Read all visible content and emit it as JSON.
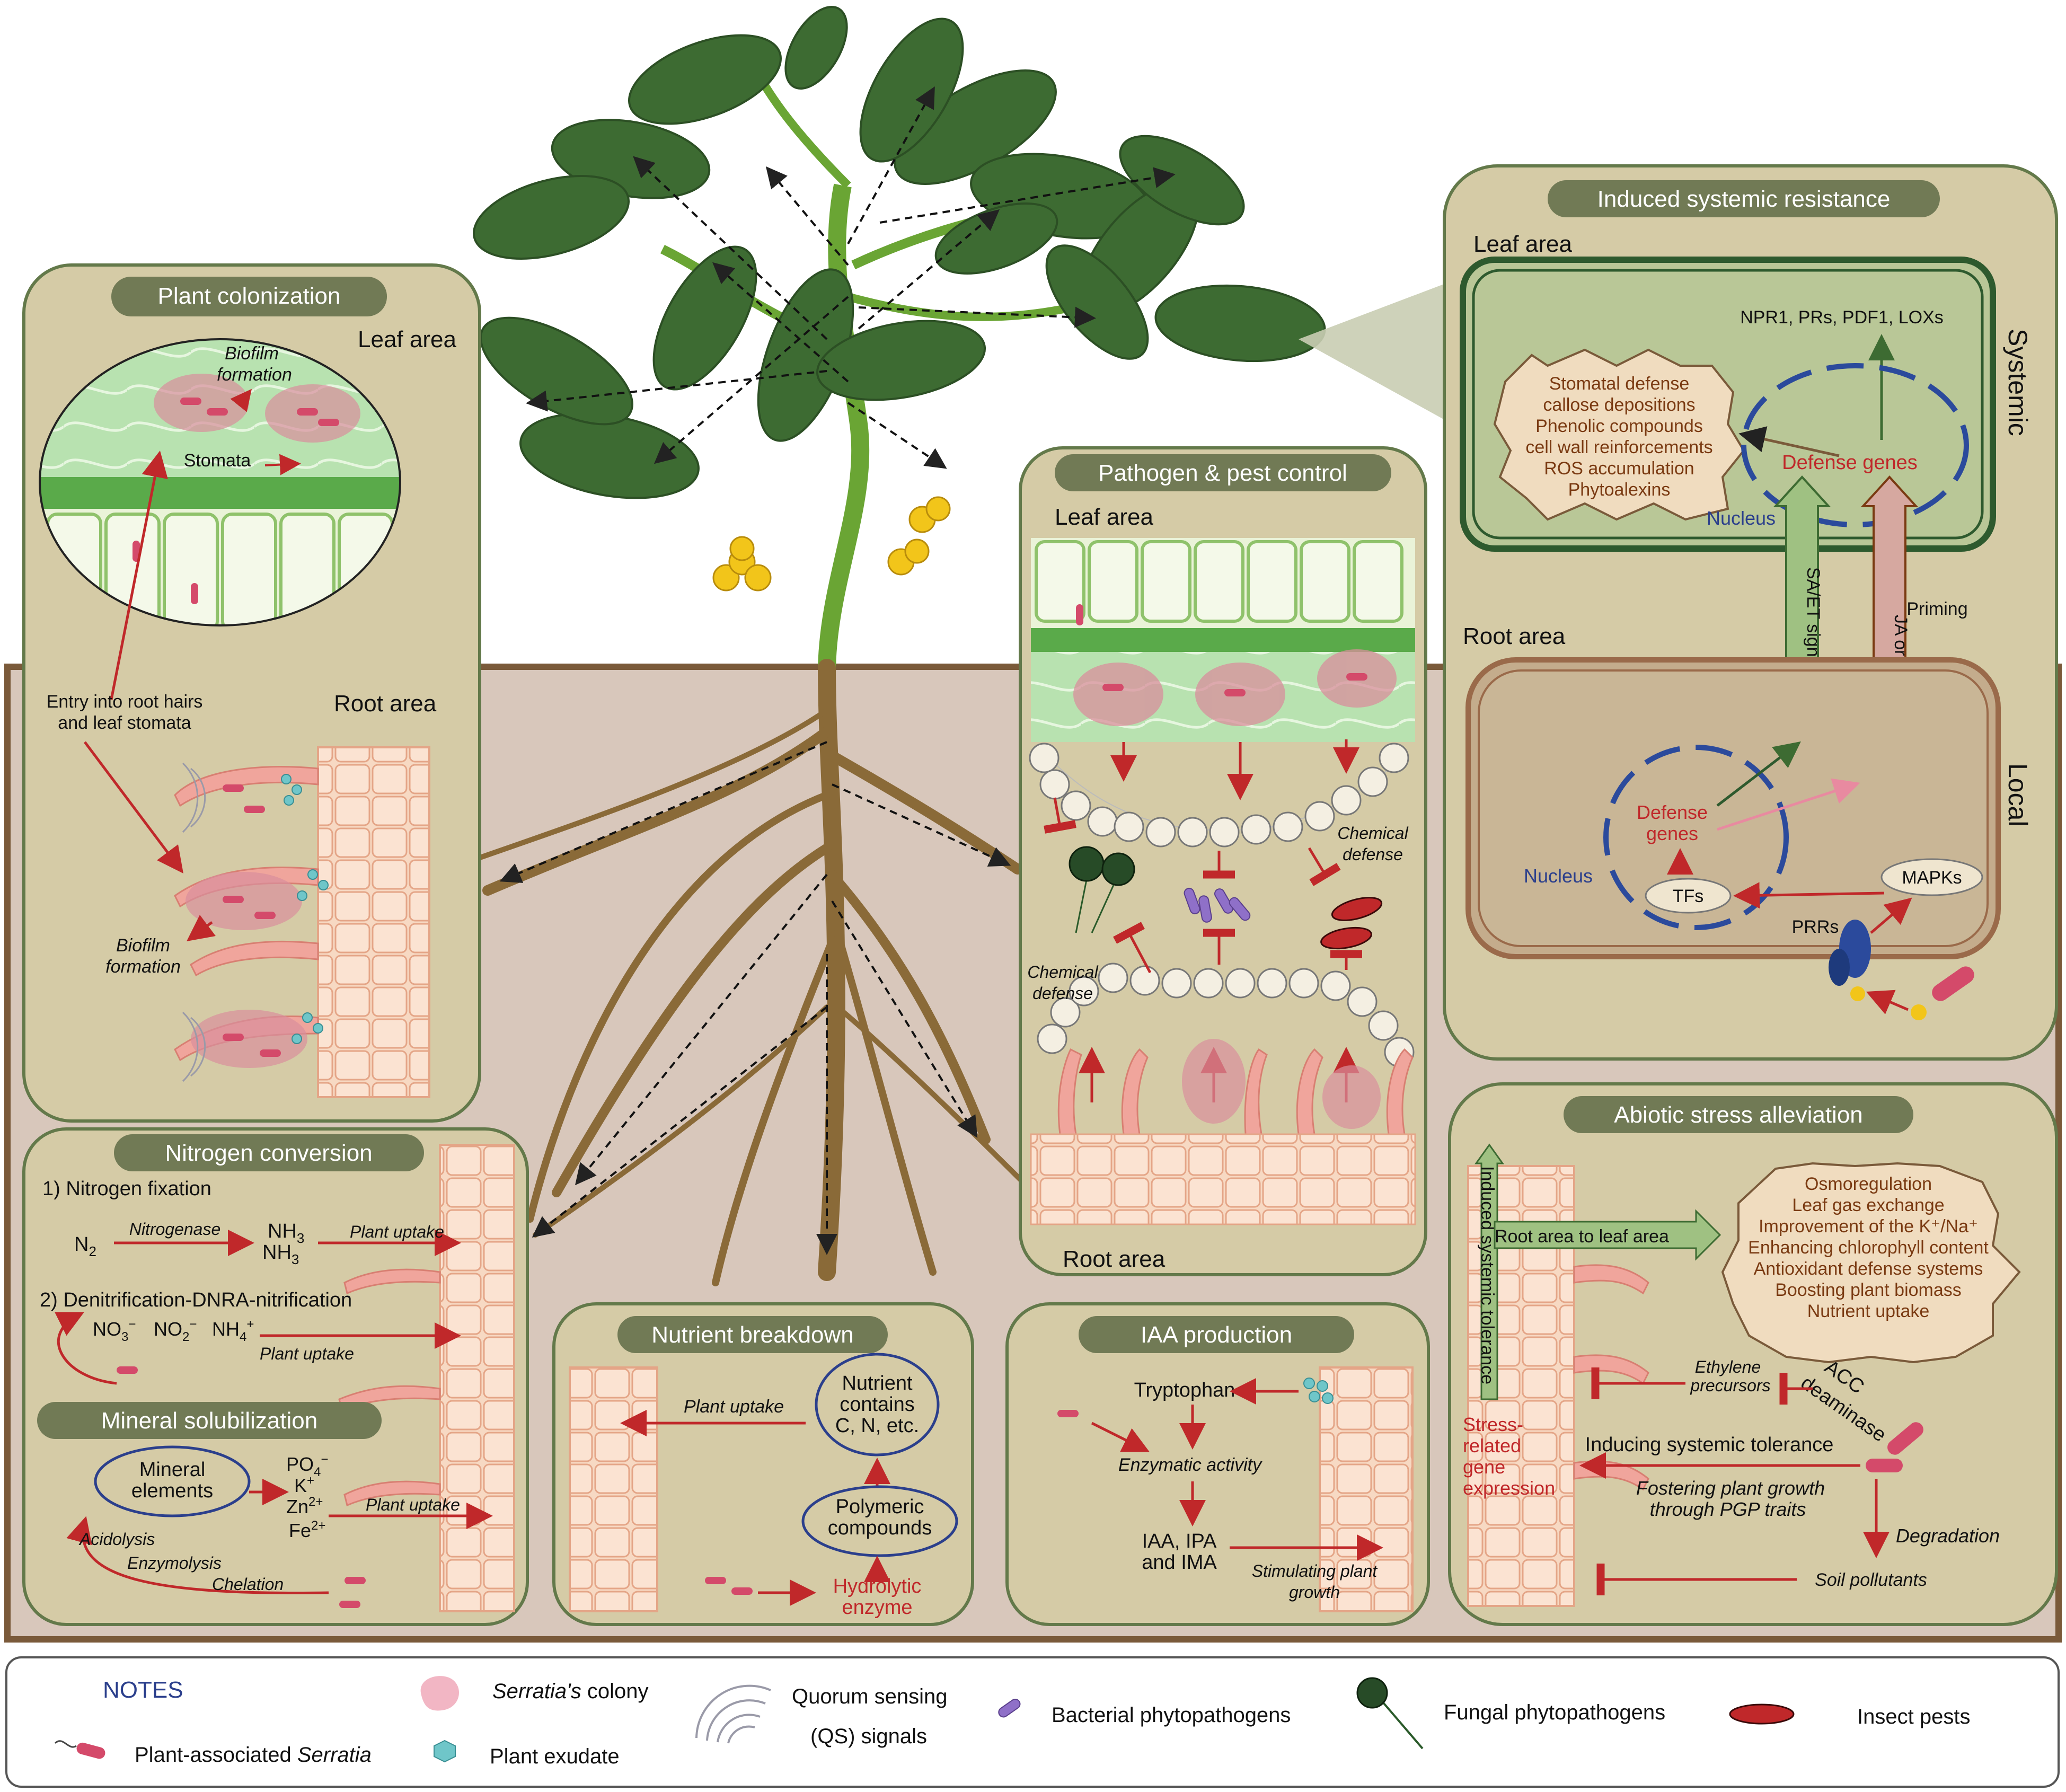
{
  "colonization": {
    "title": "Plant colonization",
    "leaf_area": "Leaf area",
    "root_area": "Root area",
    "biofilm_top": [
      "Biofilm",
      "formation"
    ],
    "stomata": "Stomata",
    "entry": [
      "Entry into root hairs",
      "and leaf stomata"
    ],
    "biofilm_bottom": [
      "Biofilm",
      "formation"
    ]
  },
  "nitrogen": {
    "title": "Nitrogen conversion",
    "fixation": "1) Nitrogen fixation",
    "n2": "N",
    "n2_sub": "2",
    "nitrogenase": "Nitrogenase",
    "nh3a": "NH",
    "nh3a_sub": "3",
    "nh3b": "NH",
    "nh3b_sub": "3",
    "uptake1": "Plant uptake",
    "denit": "2) Denitrification-DNRA-nitrification",
    "no3": "NO",
    "no3_sub": "3",
    "no3_sup": "−",
    "no2": "NO",
    "no2_sub": "2",
    "no2_sup": "−",
    "nh4": "NH",
    "nh4_sub": "4",
    "nh4_sup": "+",
    "uptake2": "Plant uptake"
  },
  "mineral": {
    "title": "Mineral solubilization",
    "elements": [
      "Mineral",
      "elements"
    ],
    "po4": "PO",
    "po4_sub": "4",
    "po4_sup": "−",
    "k": "K",
    "k_sup": "+",
    "zn": "Zn",
    "zn_sup": "2+",
    "fe": "Fe",
    "fe_sup": "2+",
    "uptake": "Plant uptake",
    "acidolysis": "Acidolysis",
    "enzymolysis": "Enzymolysis",
    "chelation": "Chelation"
  },
  "nutrient": {
    "title": "Nutrient breakdown",
    "uptake": "Plant uptake",
    "contains": [
      "Nutrient",
      "contains",
      "C, N, etc."
    ],
    "polymeric": [
      "Polymeric",
      "compounds"
    ],
    "hydrolytic": [
      "Hydrolytic",
      "enzyme"
    ]
  },
  "iaa": {
    "title": "IAA production",
    "tryptophan": "Tryptophan",
    "enzymatic": "Enzymatic activity",
    "products": [
      "IAA, IPA",
      "and IMA"
    ],
    "stimulating": [
      "Stimulating plant",
      "growth"
    ]
  },
  "pathogen": {
    "title": "Pathogen & pest control",
    "leaf_area": "Leaf area",
    "root_area": "Root area",
    "chem1": [
      "Chemical",
      "defense"
    ],
    "chem2": [
      "Chemical",
      "defense"
    ]
  },
  "isr": {
    "title": "Induced systemic resistance",
    "leaf_area": "Leaf area",
    "root_area": "Root area",
    "genes_top": "NPR1, PRs, PDF1, LOXs",
    "responses": [
      "Stomatal defense",
      "callose depositions",
      "Phenolic compounds",
      "cell wall reinforcements",
      "ROS accumulation",
      "Phytoalexins"
    ],
    "defense_genes_top": "Defense genes",
    "nucleus_top": "Nucleus",
    "systemic": "Systemic",
    "local": "Local",
    "sa_et": "SA/ET signaling pathway",
    "ja": "JA or Oxylipin pathway",
    "priming": "Priming",
    "defense_genes_bottom": [
      "Defense",
      "genes"
    ],
    "nucleus_bottom": "Nucleus",
    "tfs": "TFs",
    "mapks": "MAPKs",
    "prrs": "PRRs"
  },
  "abiotic": {
    "title": "Abiotic stress alleviation",
    "ist": "Induced systemic tolerance",
    "root_to_leaf": "Root area to leaf area",
    "effects": [
      "Osmoregulation",
      "Leaf gas exchange",
      "Improvement of the K⁺/Na⁺",
      "Enhancing chlorophyll content",
      "Antioxidant defense systems",
      "Boosting plant biomass",
      "Nutrient uptake"
    ],
    "ethylene": [
      "Ethylene",
      "precursors"
    ],
    "acc": [
      "ACC",
      "deaminase"
    ],
    "stress_genes": [
      "Stress-",
      "related",
      "gene",
      "expression"
    ],
    "inducing": "Inducing systemic tolerance",
    "fostering": [
      "Fostering plant growth",
      "through PGP traits"
    ],
    "degradation": "Degradation",
    "pollutants": "Soil pollutants"
  },
  "legend": {
    "notes": "NOTES",
    "serratia_prefix": "Plant-associated ",
    "serratia_name": "Serratia",
    "colony_name": "Serratia's",
    "colony_suffix": " colony",
    "exudate": "Plant exudate",
    "qs": [
      "Quorum sensing",
      "(QS) signals"
    ],
    "bacterial": "Bacterial phytopathogens",
    "fungal": "Fungal phytopathogens",
    "insect": "Insect pests"
  },
  "colors": {
    "panel_bg": "#d5cba6",
    "panel_border": "#63794a",
    "pill_bg": "#717a55",
    "soil": "#d8c7bb",
    "soil_border": "#7a5a3a",
    "arrow_red": "#c0282a",
    "nucleus_blue": "#2b4a9c",
    "leaf_green": "#3d6b32"
  }
}
